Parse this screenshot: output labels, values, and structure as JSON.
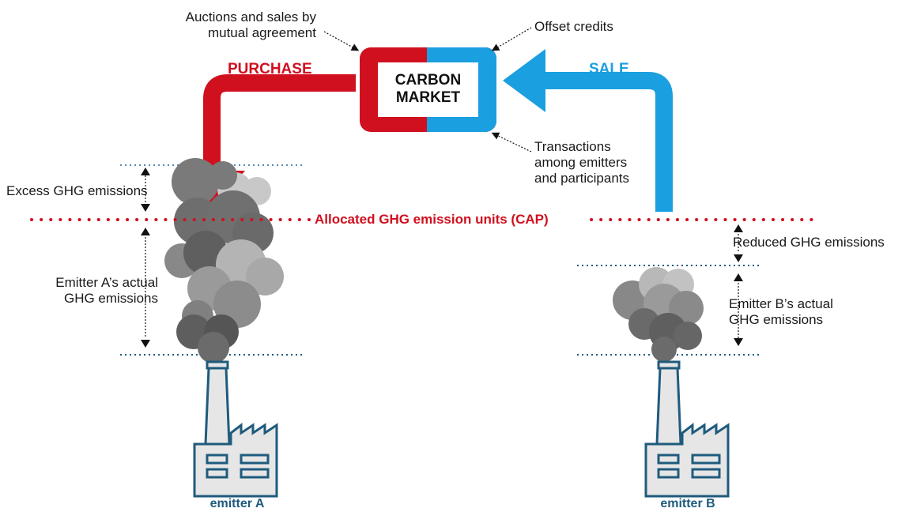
{
  "labels": {
    "auctions": "Auctions and sales by\nmutual agreement",
    "offset": "Offset credits",
    "transactions": "Transactions\namong emitters\nand participants",
    "purchase": "PURCHASE",
    "sale": "SALE",
    "market_line1": "CARBON",
    "market_line2": "MARKET",
    "excess": "Excess GHG emissions",
    "cap": "Allocated GHG emission units (CAP)",
    "reduced": "Reduced GHG emissions",
    "emitter_a_actual": "Emitter A’s actual\nGHG emissions",
    "emitter_b_actual": "Emitter B’s actual\nGHG emissions",
    "emitter_a": "emitter A",
    "emitter_b": "emitter B"
  },
  "colors": {
    "purchase": "#d0101f",
    "sale": "#1a9fe0",
    "factory_outline": "#1f5b7d",
    "factory_fill": "#e6e6e6",
    "smoke_dark": "#6b6b6b",
    "smoke_light": "#bdbdbd"
  }
}
